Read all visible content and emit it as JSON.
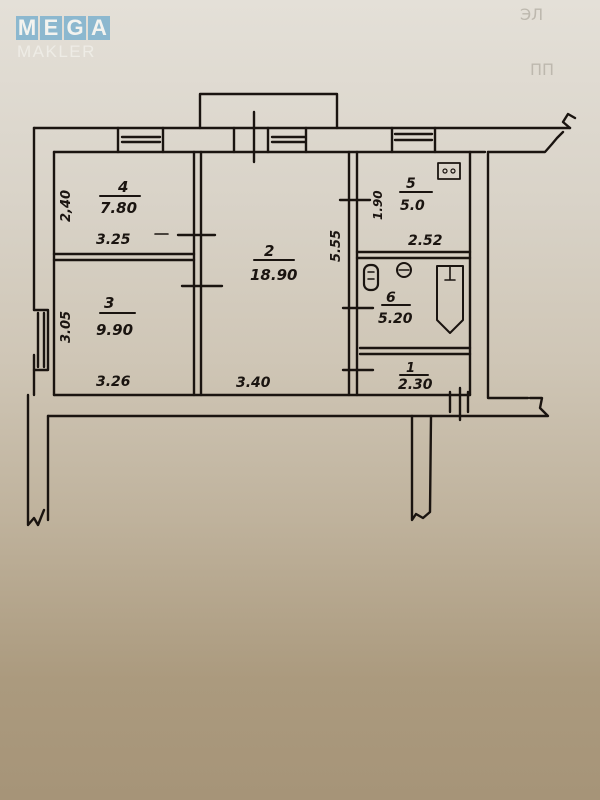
{
  "watermark": {
    "brand_top": [
      "M",
      "E",
      "G",
      "A"
    ],
    "brand_bottom": "MAKLER",
    "accent_color": "#8cb8cf"
  },
  "floor_plan": {
    "rooms": [
      {
        "id": "room-1",
        "number": "1",
        "area": "2.30",
        "type": "hallway"
      },
      {
        "id": "room-2",
        "number": "2",
        "area": "18.90",
        "type": "living-room",
        "dimensions": {
          "width": "3.40",
          "length": "5.55"
        }
      },
      {
        "id": "room-3",
        "number": "3",
        "area": "9.90",
        "type": "bedroom",
        "dimensions": {
          "width": "3.26",
          "length": "3.05"
        }
      },
      {
        "id": "room-4",
        "number": "4",
        "area": "7.80",
        "type": "bedroom",
        "dimensions": {
          "width": "3.25",
          "length": "2.40"
        }
      },
      {
        "id": "room-5",
        "number": "5",
        "area": "5.0",
        "type": "kitchen",
        "dimensions": {
          "width": "2.52",
          "length": "1.90"
        }
      },
      {
        "id": "room-6",
        "number": "6",
        "area": "5.20",
        "type": "bathroom"
      }
    ],
    "dimension_labels": {
      "room4_width": "3.25",
      "room4_height": "2,40",
      "room3_width": "3.26",
      "room3_height": "3.05",
      "room2_width": "3.40",
      "room2_height": "5.55",
      "room5_width": "2.52",
      "room5_height": "1.90"
    },
    "fixtures": [
      "stove",
      "toilet",
      "sink",
      "bathtub"
    ]
  },
  "background_faint_text": {
    "top_right_1": "ЭЛ",
    "top_right_2": "ПП"
  }
}
